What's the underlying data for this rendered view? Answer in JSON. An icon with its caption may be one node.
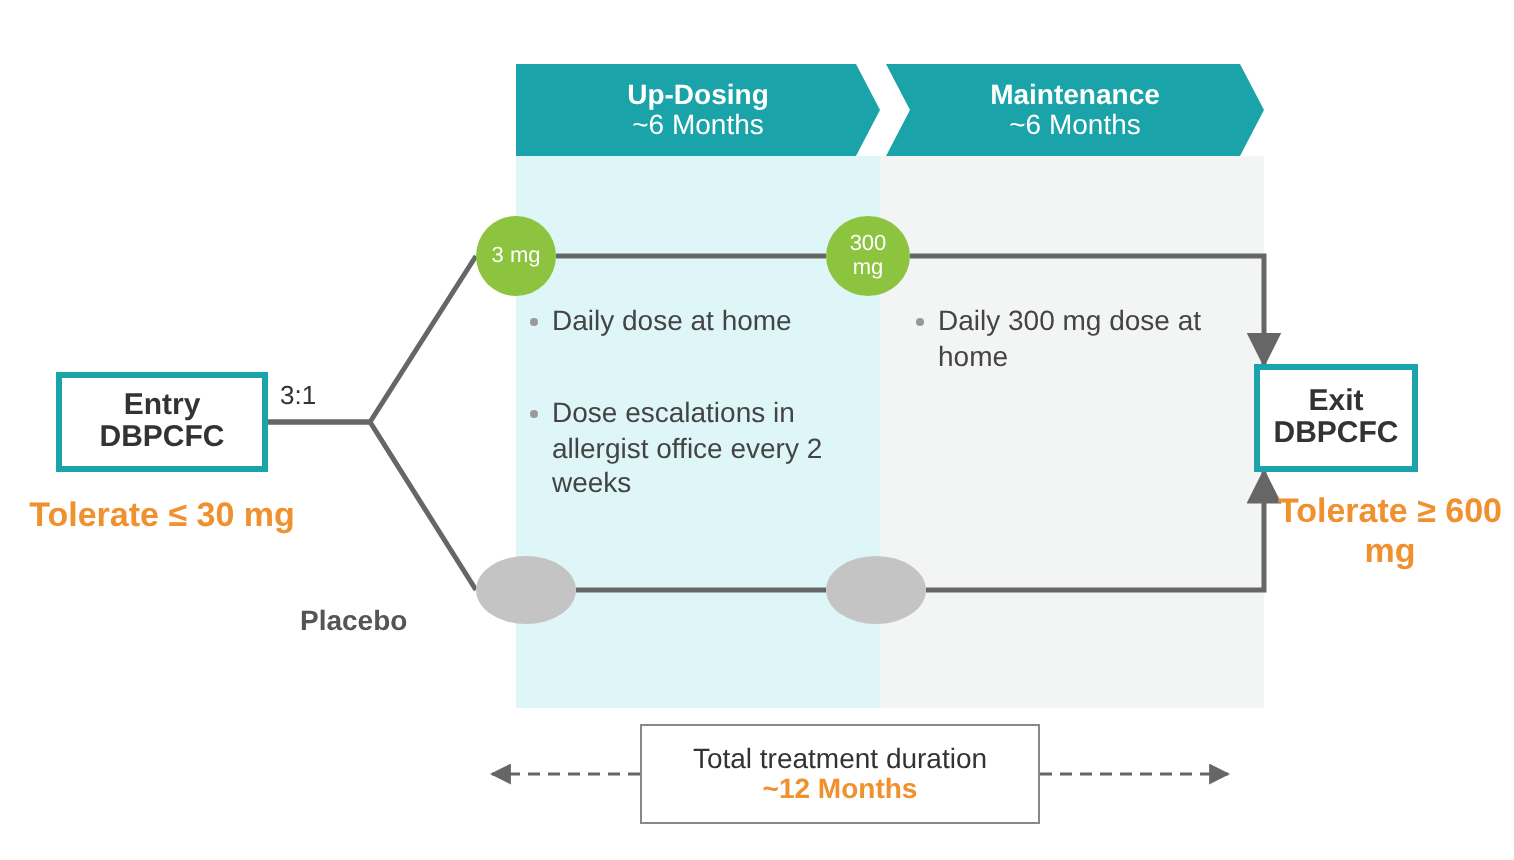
{
  "diagram": {
    "nodes": [
      {
        "text": [
          "Entry DBPCFC"
        ],
        "beside": [
          "Tolerate ≤ 30 mg"
        ]
      },
      {
        "text": [
          "3 mg"
        ]
      },
      {
        "text": [
          "300 mg"
        ]
      },
      {
        "text": [
          "Exit DBPCFC"
        ],
        "beside": [
          "Tolerate ≥ 600 mg"
        ]
      },
      {
        "text": [],
        "shape": "circle"
      },
      {
        "text": [],
        "shape": "circle"
      },
      {
        "text": [
          "Up-Dosing",
          "~6 Months"
        ]
      },
      {
        "text": [
          "Maintenance",
          "~6 Months"
        ]
      },
      {
        "text": [
          "Total treatment duration",
          "~12 Months"
        ]
      }
    ],
    "edges": [
      {
        "from": 0,
        "to": 1,
        "arrow": "none"
      },
      {
        "from": 0,
        "to": 4,
        "arrow": "none"
      },
      {
        "from": 1,
        "to": 2,
        "arrow": "none"
      },
      {
        "from": 2,
        "to": 3,
        "arrow": "to"
      },
      {
        "from": 4,
        "to": 5,
        "arrow": "none"
      },
      {
        "from": 5,
        "to": 3,
        "arrow": "to"
      },
      {
        "from": 8,
        "to": null,
        "arrow": "to",
        "style": "dashed"
      },
      {
        "from": 8,
        "to": null,
        "arrow": "to",
        "style": "dashed"
      }
    ],
    "labels": [
      "3:1",
      "Placebo",
      "Daily dose at home",
      "Dose escalations in allergist office every 2 weeks",
      "Daily 300 mg dose at home"
    ]
  }
}
